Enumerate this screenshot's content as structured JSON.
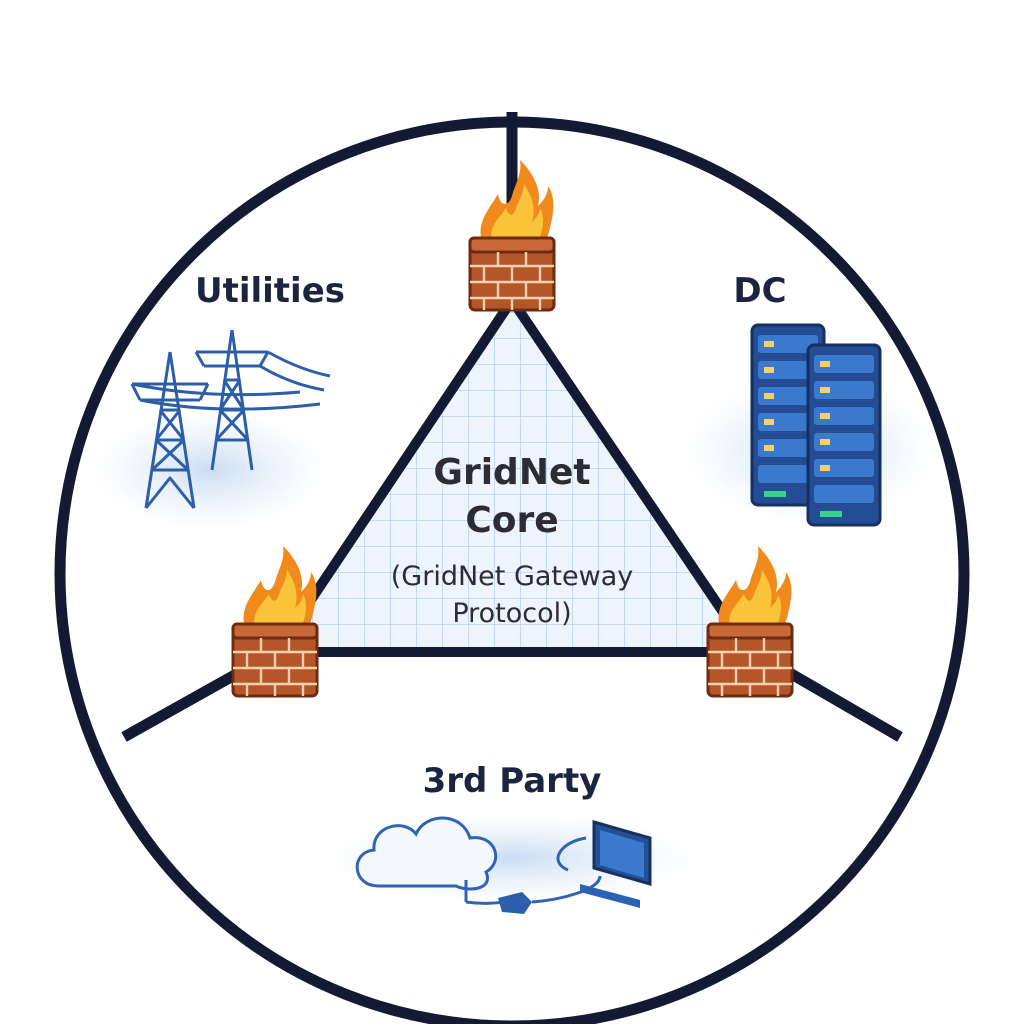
{
  "sectors": {
    "utilities": {
      "label": "Utilities"
    },
    "dc": {
      "label": "DC"
    },
    "third_party": {
      "label": "3rd Party"
    }
  },
  "core": {
    "title_line1": "GridNet",
    "title_line2": "Core",
    "subtitle_line1": "(GridNet Gateway",
    "subtitle_line2": "Protocol)"
  },
  "firewalls": [
    {
      "name": "top",
      "icon": "firewall-icon"
    },
    {
      "name": "bottom-left",
      "icon": "firewall-icon"
    },
    {
      "name": "bottom-right",
      "icon": "firewall-icon"
    }
  ],
  "icons": {
    "utilities": "power-tower-icon",
    "dc": "server-rack-icon",
    "third_party": "cloud-connection-icon"
  },
  "colors": {
    "outline": "#141a33",
    "grid_fill": "#eef4fc",
    "grid_line": "#c6d8ef",
    "brick": "#b5552a",
    "flame": "#f4a31c",
    "server": "#2a63b3",
    "tower": "#2c5fa8"
  }
}
